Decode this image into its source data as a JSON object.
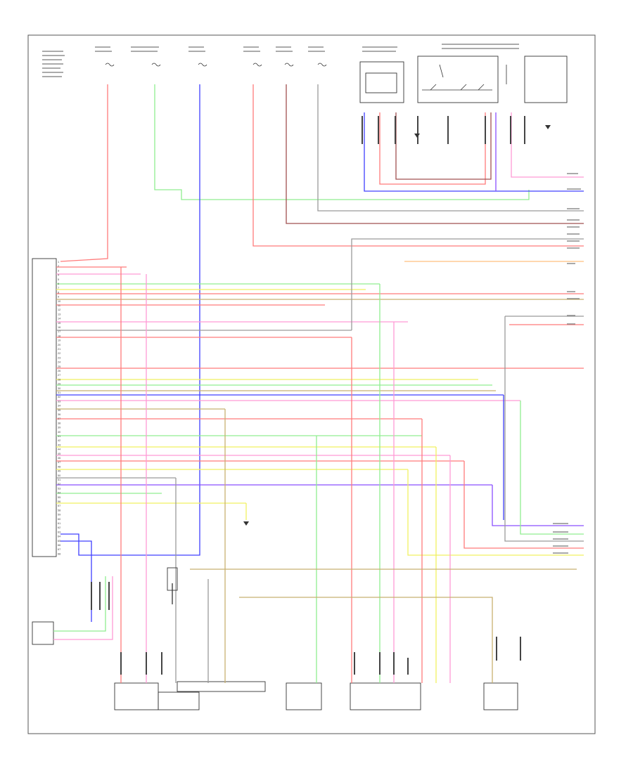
{
  "diagram": {
    "footer_code": "",
    "wire_colors": {
      "red": "#ff7b7b",
      "pink": "#ff9ad5",
      "green": "#90ee90",
      "blue": "#4040ff",
      "yellow": "#f0f060",
      "orange": "#ffbf7f",
      "gray": "#9a9a9a",
      "tan": "#c8b070",
      "purple": "#8a4fff",
      "brown": "#a05050",
      "black": "#333333"
    },
    "pins_left": [
      "1",
      "2",
      "3",
      "4",
      "5",
      "6",
      "7",
      "8",
      "9",
      "10",
      "11",
      "12",
      "13",
      "14",
      "15",
      "16",
      "17",
      "18",
      "19",
      "20",
      "21",
      "22",
      "23",
      "24",
      "25",
      "26",
      "27",
      "28",
      "29",
      "30",
      "31",
      "32",
      "33",
      "34",
      "35",
      "36",
      "37",
      "38",
      "39",
      "40",
      "41",
      "42",
      "43",
      "44",
      "45",
      "46",
      "47",
      "48",
      "49",
      "50",
      "51",
      "52",
      "53",
      "54",
      "55",
      "56",
      "57",
      "58",
      "59",
      "60",
      "61",
      "62",
      "63",
      "64",
      "65",
      "66",
      "67",
      "68"
    ]
  }
}
